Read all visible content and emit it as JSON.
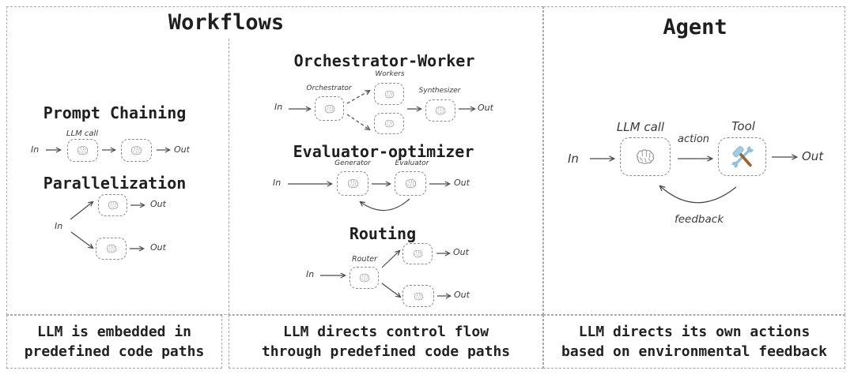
{
  "workflows": {
    "title": "Workflows",
    "sections": {
      "prompt_chaining": {
        "title": "Prompt Chaining",
        "llm_call_label": "LLM call",
        "in": "In",
        "out": "Out"
      },
      "parallelization": {
        "title": "Parallelization",
        "in": "In",
        "out_top": "Out",
        "out_bottom": "Out"
      },
      "orchestrator_worker": {
        "title": "Orchestrator-Worker",
        "orchestrator_label": "Orchestrator",
        "workers_label": "Workers",
        "synthesizer_label": "Synthesizer",
        "in": "In",
        "out": "Out"
      },
      "evaluator_optimizer": {
        "title": "Evaluator-optimizer",
        "generator_label": "Generator",
        "evaluator_label": "Evaluator",
        "in": "In",
        "out": "Out"
      },
      "routing": {
        "title": "Routing",
        "router_label": "Router",
        "in": "In",
        "out_top": "Out",
        "out_bottom": "Out"
      }
    }
  },
  "agent": {
    "title": "Agent",
    "llm_call_label": "LLM call",
    "tool_label": "Tool",
    "action_label": "action",
    "feedback_label": "feedback",
    "in": "In",
    "out": "Out"
  },
  "captions": {
    "workflows_left": {
      "line1": "LLM is embedded in",
      "line2": "predefined code paths"
    },
    "workflows_right": {
      "line1": "LLM directs control flow",
      "line2": "through predefined code paths"
    },
    "agent": {
      "line1": "LLM directs its own actions",
      "line2": "based on environmental feedback"
    }
  },
  "icons": {
    "node_icon": "brain-icon",
    "tool_icon": "hammer-and-wrench-icon"
  },
  "colors": {
    "panel_border": "#a9a9a9",
    "node_border": "#8c8c8c",
    "text": "#1f1f1f",
    "arrow": "#4a4a4a",
    "tool_blue": "#8fc3dd",
    "tool_brown": "#9c6430"
  }
}
